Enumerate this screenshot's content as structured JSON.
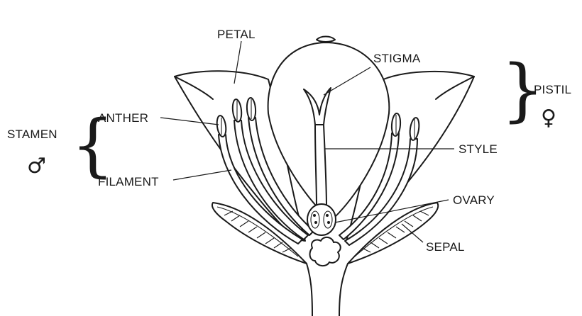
{
  "labels": {
    "petal": "PETAL",
    "stigma": "STIGMA",
    "pistil": "PISTIL",
    "anther": "ANTHER",
    "stamen": "STAMEN",
    "style": "STYLE",
    "filament": "FILAMENT",
    "ovary": "OVARY",
    "sepal": "SEPAL"
  },
  "symbols": {
    "male": "♂",
    "female": "♀"
  },
  "colors": {
    "ink": "#1a1a1a",
    "background": "#ffffff"
  }
}
